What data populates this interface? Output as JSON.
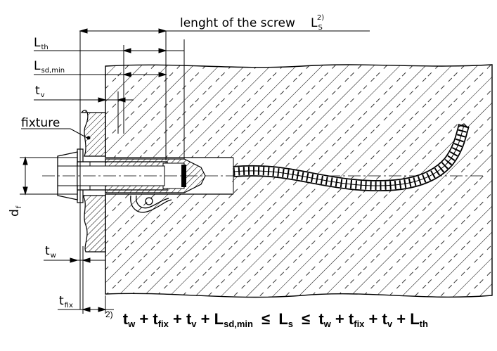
{
  "labels": {
    "screw_length": "lenght of the screw",
    "screw_length_symbol": "L",
    "screw_length_sub": "S",
    "screw_length_sup": "2)",
    "l_th": "L",
    "l_th_sub": "th",
    "l_sd_min": "L",
    "l_sd_min_sub": "sd,min",
    "t_v": "t",
    "t_v_sub": "v",
    "fixture": "fixture",
    "d_f": "d",
    "d_f_sub": "f",
    "t_w": "t",
    "t_w_sub": "w",
    "t_fix": "t",
    "t_fix_sub": "fix"
  },
  "formula": {
    "footnote": "2)",
    "tw": "t",
    "tw_sub": "w",
    "tfix": "t",
    "tfix_sub": "fix",
    "tv": "t",
    "tv_sub": "v",
    "lsd": "L",
    "lsd_sub": "sd,min",
    "ls": "L",
    "ls_sub": "s",
    "lth": "L",
    "lth_sub": "th",
    "plus": "+",
    "leq": "≤"
  }
}
